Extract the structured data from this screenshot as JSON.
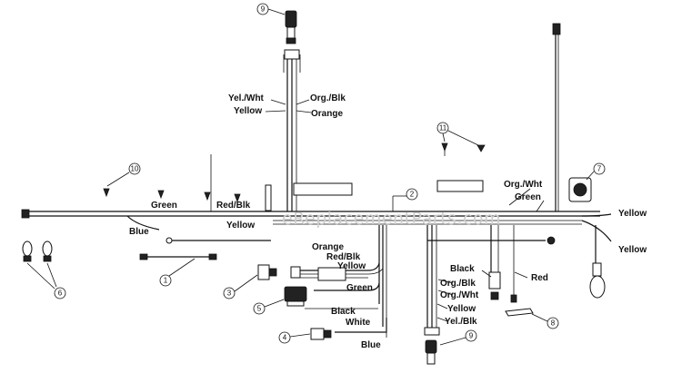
{
  "watermark": "eReplacementParts.com",
  "wire_labels": {
    "yel_wht": "Yel./Wht",
    "yellow_top": "Yellow",
    "org_blk_top": "Org./Blk",
    "orange_top": "Orange",
    "green_left": "Green",
    "red_blk": "Red/Blk",
    "blue_left": "Blue",
    "yellow_mid": "Yellow",
    "orange_mid": "Orange",
    "red_blk_mid": "Red/Blk",
    "yellow_mid2": "Yellow",
    "green_mid": "Green",
    "black_mid": "Black",
    "white_mid": "White",
    "blue_bottom": "Blue",
    "org_wht_right": "Org./Wht",
    "green_right": "Green",
    "yellow_right1": "Yellow",
    "yellow_right2": "Yellow",
    "black_right": "Black",
    "red_right": "Red",
    "org_blk_low": "Org./Blk",
    "org_wht_low": "Org./Wht",
    "yellow_low": "Yellow",
    "yel_blk_low": "Yel./Blk"
  },
  "callouts": {
    "c1": "1",
    "c2": "2",
    "c3": "3",
    "c4": "4",
    "c5": "5",
    "c6": "6",
    "c7": "7",
    "c8": "8",
    "c9_top": "9",
    "c9_bottom": "9",
    "c10": "10",
    "c11": "11"
  }
}
